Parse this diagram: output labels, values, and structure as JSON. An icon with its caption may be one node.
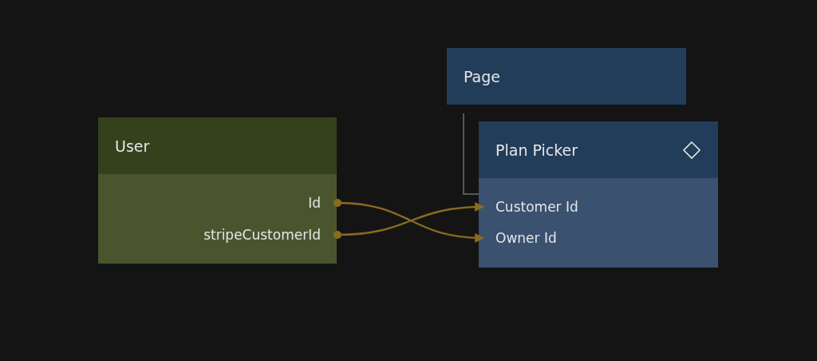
{
  "diagram": {
    "nodes": [
      {
        "text": [
          "Page"
        ]
      },
      {
        "text": [
          "Plan Picker"
        ]
      },
      {
        "text": [
          "User"
        ]
      },
      {
        "text": [
          "Id"
        ],
        "in": 2
      },
      {
        "text": [
          "stripeCustomerId"
        ],
        "in": 2
      },
      {
        "text": [
          "Customer Id"
        ],
        "in": 1
      },
      {
        "text": [
          "Owner Id"
        ],
        "in": 1
      }
    ],
    "edges": [
      {
        "from": 0,
        "to": 1,
        "arrow": "none",
        "color": "#6e6e6e"
      },
      {
        "from": 3,
        "to": 6,
        "arrow": "to"
      },
      {
        "from": 4,
        "to": 5,
        "arrow": "to"
      }
    ]
  }
}
